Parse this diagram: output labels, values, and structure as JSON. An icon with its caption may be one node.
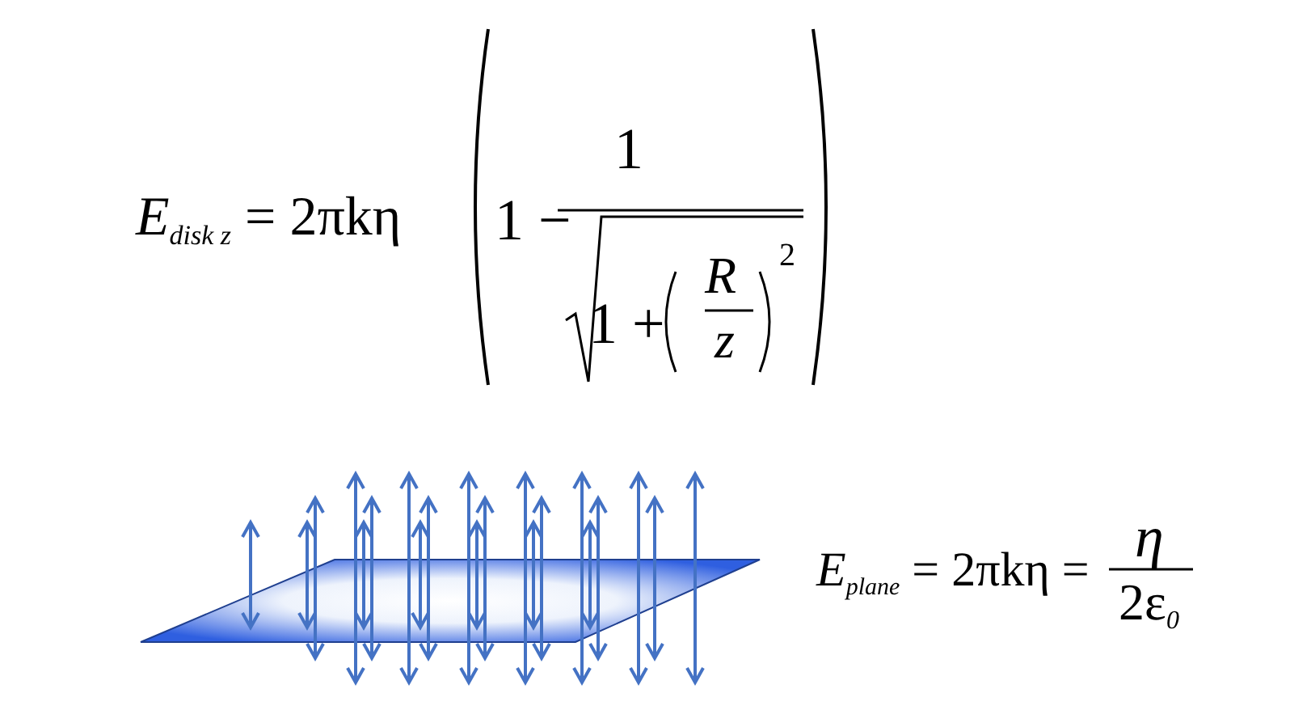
{
  "diagram": {
    "labels": [
      "*E*$_{disk z}$ = 2πkη",
      "1 −",
      "1",
      "1 +",
      "R",
      "z",
      "2",
      "*E*$_{plane}$ = 2πkη =",
      "η",
      "2ε$_{0}$"
    ]
  }
}
